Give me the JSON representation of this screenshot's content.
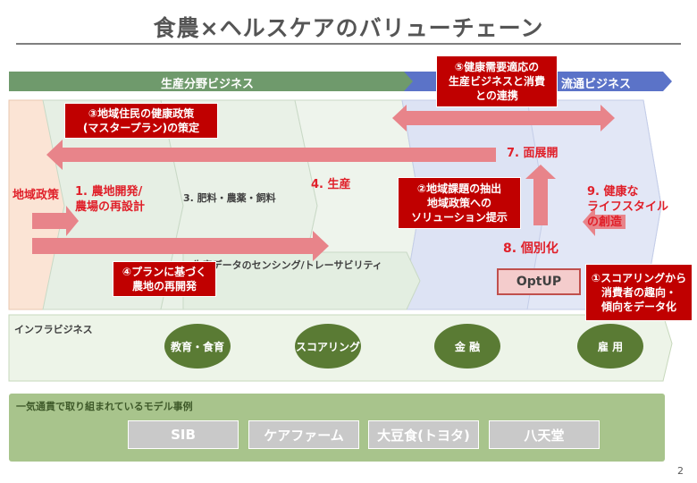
{
  "title": "食農×ヘルスケアのバリューチェーン",
  "page_number": "2",
  "bands": {
    "production": "生産分野ビジネス",
    "distribution": "流通ビジネス"
  },
  "stages": {
    "s1": "1. 農地開発/\n農場の再設計",
    "s3": "3. 肥料・農薬・飼料",
    "s4": "4. 生産",
    "s5": "5. 生産データのセンシング/トレーサビリティ",
    "s7": "7. 面展開",
    "s8": "8. 個別化",
    "s9": "9. 健康な\nライフスタイル\nの創造"
  },
  "left_label": "地域政策",
  "callouts": {
    "c1": "①スコアリングから\n消費者の趣向・\n傾向をデータ化",
    "c2": "②地域課題の抽出\n地域政策への\nソリューション提示",
    "c3": "③地域住民の健康政策\n(マスタープラン)の策定",
    "c4": "④プランに基づく\n農地の再開発",
    "c5": "⑤健康需要適応の\n生産ビジネスと消費\nとの連携"
  },
  "optup": "OptUP",
  "infra": {
    "label": "インフラビジネス",
    "items": [
      "教育・食育",
      "スコアリング",
      "金 融",
      "雇 用"
    ]
  },
  "models": {
    "label": "一気通貫で取り組まれているモデル事例",
    "items": [
      "SIB",
      "ケアファーム",
      "大豆食(トヨタ)",
      "八天堂"
    ]
  },
  "colors": {
    "green_band": "#6f9a6c",
    "blue_band": "#5b73c8",
    "red": "#c00000",
    "arrow_pink": "#e8848a",
    "circle": "#5a7b34"
  }
}
